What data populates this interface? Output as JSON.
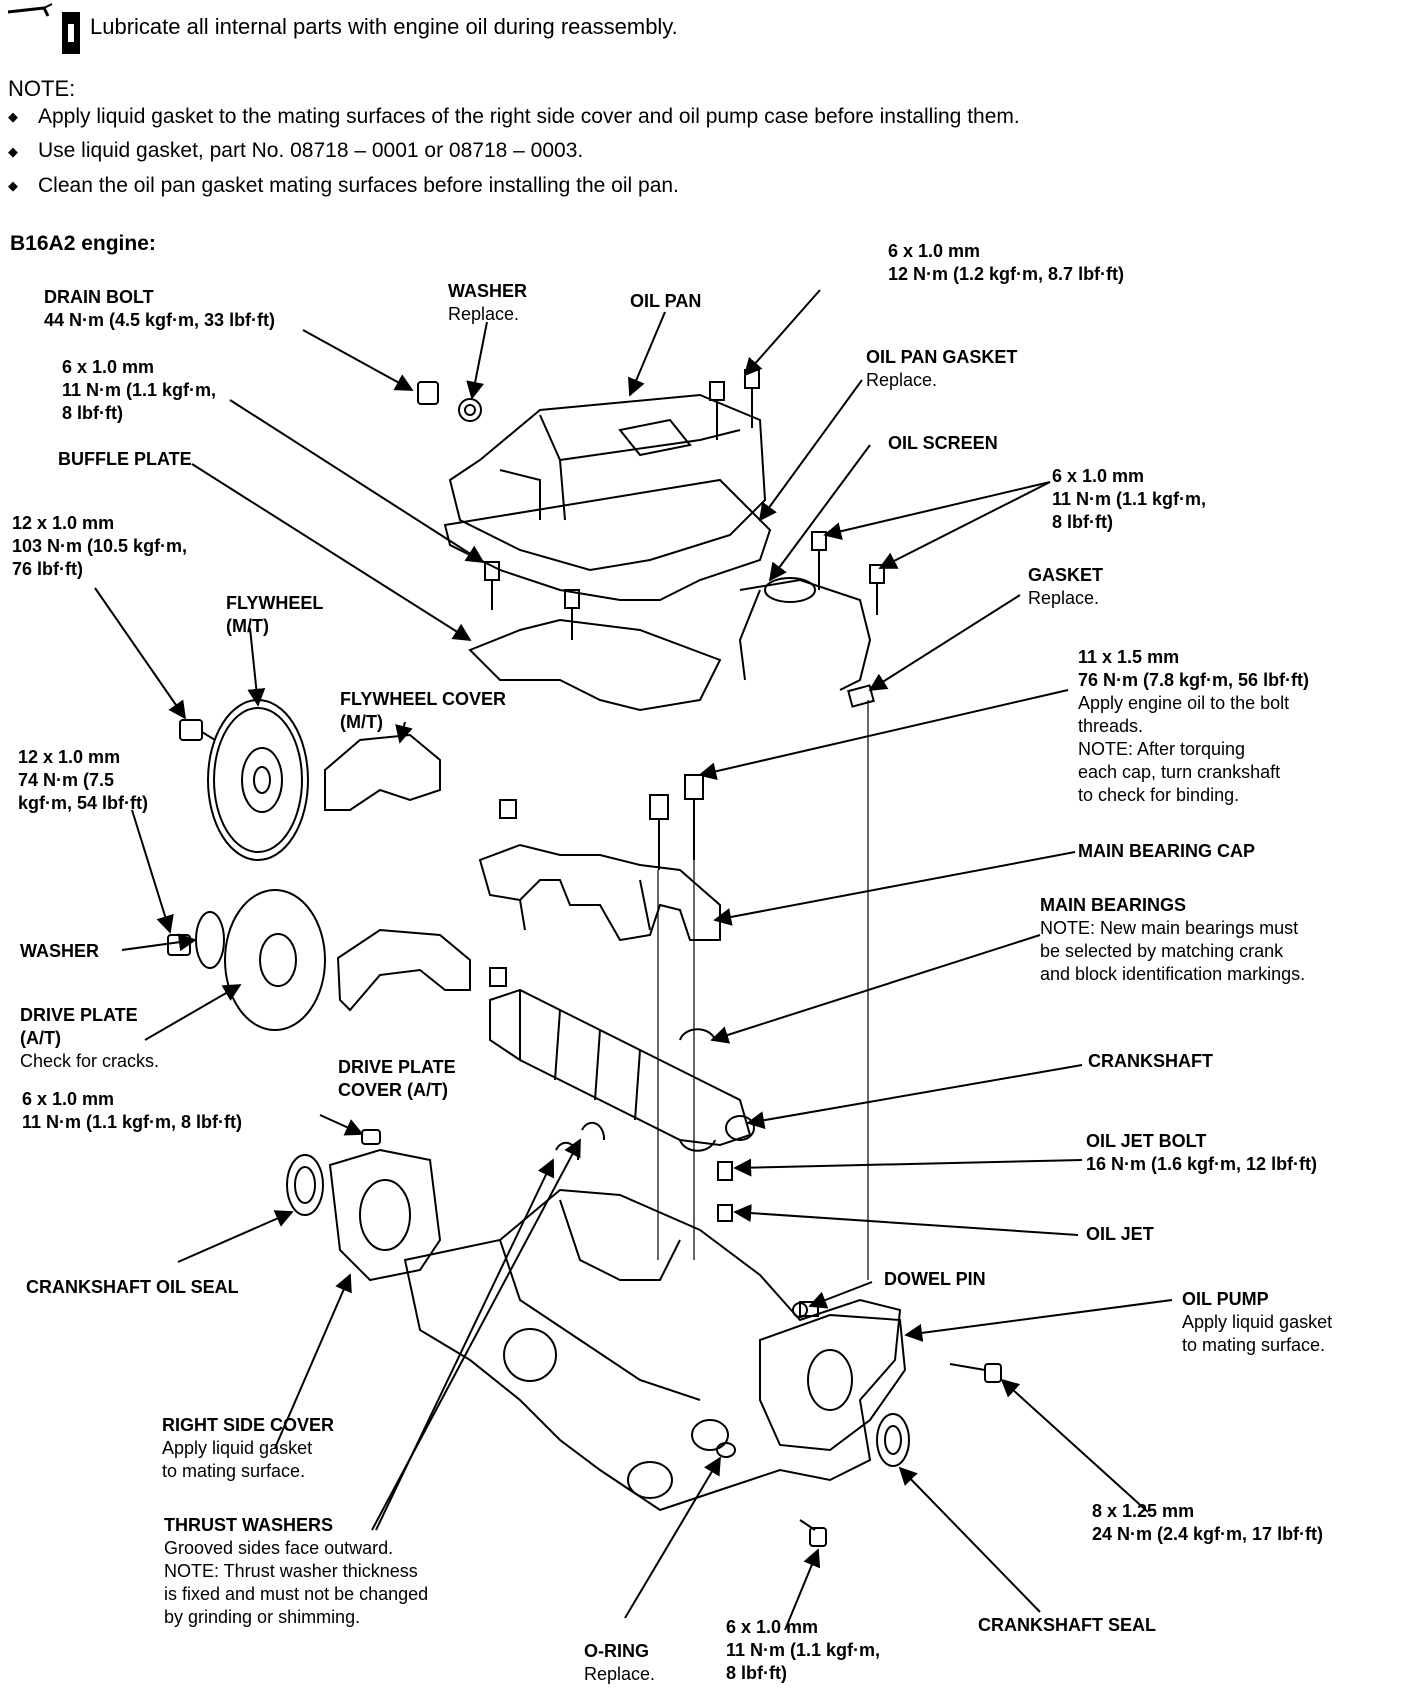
{
  "header": {
    "instruction": "Lubricate all internal parts with engine oil during reassembly.",
    "note_title": "NOTE:",
    "notes": [
      "Apply liquid gasket to the mating surfaces of the right side cover and oil pump case before installing them.",
      "Use liquid gasket, part No. 08718 – 0001 or 08718 – 0003.",
      "Clean the oil pan gasket mating surfaces before installing the oil pan."
    ],
    "engine_label": "B16A2 engine:"
  },
  "labels": {
    "drain_bolt": {
      "title": "DRAIN BOLT",
      "spec": "44 N·m (4.5 kgf·m, 33 lbf·ft)"
    },
    "washer_top": {
      "title": "WASHER",
      "sub": "Replace."
    },
    "oil_pan": {
      "title": "OIL PAN"
    },
    "bolt_top_right": {
      "size": "6 x 1.0 mm",
      "spec": "12 N·m (1.2 kgf·m, 8.7 lbf·ft)"
    },
    "oil_pan_gasket": {
      "title": "OIL PAN GASKET",
      "sub": "Replace."
    },
    "bolt_left_1": {
      "size": "6 x 1.0 mm",
      "spec1": "11 N·m (1.1 kgf·m,",
      "spec2": "8 lbf·ft)"
    },
    "buffle_plate": {
      "title": "BUFFLE PLATE"
    },
    "oil_screen": {
      "title": "OIL SCREEN"
    },
    "bolt_oil_screen": {
      "size": "6 x 1.0 mm",
      "spec1": "11 N·m (1.1 kgf·m,",
      "spec2": "8 lbf·ft)"
    },
    "bolt_flywheel": {
      "size": "12 x 1.0 mm",
      "spec1": "103 N·m (10.5 kgf·m,",
      "spec2": "76 lbf·ft)"
    },
    "flywheel": {
      "title": "FLYWHEEL",
      "sub": "(M/T)"
    },
    "gasket": {
      "title": "GASKET",
      "sub": "Replace."
    },
    "bolt_main_cap": {
      "size": "11 x 1.5 mm",
      "spec": "76 N·m (7.8 kgf·m, 56 lbf·ft)",
      "lines": [
        "Apply engine oil to the bolt",
        "threads.",
        "NOTE: After torquing",
        "each cap, turn crankshaft",
        "to check for binding."
      ]
    },
    "flywheel_cover": {
      "title": "FLYWHEEL COVER",
      "sub": "(M/T)"
    },
    "bolt_drive_plate": {
      "size": "12 x 1.0 mm",
      "spec1": "74 N·m (7.5",
      "spec2": "kgf·m, 54 lbf·ft)"
    },
    "main_bearing_cap": {
      "title": "MAIN BEARING CAP"
    },
    "main_bearings": {
      "title": "MAIN BEARINGS",
      "lines": [
        "NOTE: New main bearings must",
        "be selected by matching crank",
        "and block identification markings."
      ]
    },
    "washer_left": {
      "title": "WASHER"
    },
    "drive_plate": {
      "title": "DRIVE PLATE",
      "sub": "(A/T)",
      "note": "Check for cracks."
    },
    "drive_plate_cover": {
      "title1": "DRIVE PLATE",
      "title2": "COVER (A/T)"
    },
    "crankshaft": {
      "title": "CRANKSHAFT"
    },
    "bolt_side_cover": {
      "size": "6 x 1.0 mm",
      "spec": "11 N·m (1.1 kgf·m, 8 lbf·ft)"
    },
    "oil_jet_bolt": {
      "title": "OIL JET BOLT",
      "spec": "16 N·m (1.6 kgf·m, 12 lbf·ft)"
    },
    "oil_jet": {
      "title": "OIL JET"
    },
    "crankshaft_oil_seal": {
      "title": "CRANKSHAFT OIL SEAL"
    },
    "dowel_pin": {
      "title": "DOWEL PIN"
    },
    "oil_pump": {
      "title": "OIL PUMP",
      "line1": "Apply liquid gasket",
      "line2": "to mating surface."
    },
    "right_side_cover": {
      "title": "RIGHT SIDE COVER",
      "line1": "Apply liquid gasket",
      "line2": "to mating surface."
    },
    "bolt_oil_pump": {
      "size": "8 x 1.25 mm",
      "spec": "24 N·m (2.4 kgf·m, 17 lbf·ft)"
    },
    "thrust_washers": {
      "title": "THRUST WASHERS",
      "lines": [
        "Grooved sides face outward.",
        "NOTE: Thrust washer thickness",
        "is fixed and must not be changed",
        "by grinding or shimming."
      ]
    },
    "o_ring": {
      "title": "O-RING",
      "sub": "Replace."
    },
    "bolt_bottom": {
      "size": "6 x 1.0 mm",
      "spec1": "11 N·m (1.1 kgf·m,",
      "spec2": "8 lbf·ft)"
    },
    "crankshaft_seal": {
      "title": "CRANKSHAFT SEAL"
    }
  }
}
